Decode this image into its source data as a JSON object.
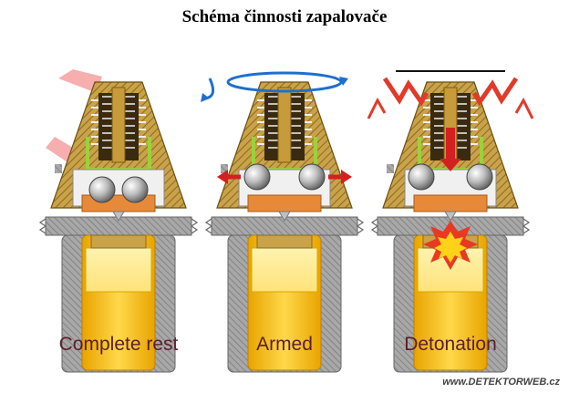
{
  "title": "Schéma činnosti zapalovače",
  "panels": [
    {
      "caption": "Complete rest"
    },
    {
      "caption": "Armed"
    },
    {
      "caption": "Detonation"
    }
  ],
  "watermark": "www.DETEKTORWEB.cz",
  "colors": {
    "brass": "#c9a24a",
    "brass_dark": "#8a6a1e",
    "steel": "#9a9a9a",
    "charge": "#f5b800",
    "charge_light": "#fde68a",
    "spring_green": "#9ad23a",
    "arrow_red": "#d42020",
    "caption": "#5a1f2c",
    "pink_shape": "#f4a0a0",
    "blue_arrow": "#1e6fd0"
  },
  "icons": [
    "rotation-arrow-icon",
    "impact-lightning-icon",
    "explosion-burst-icon",
    "side-arrow-icon",
    "down-arrow-icon"
  ]
}
